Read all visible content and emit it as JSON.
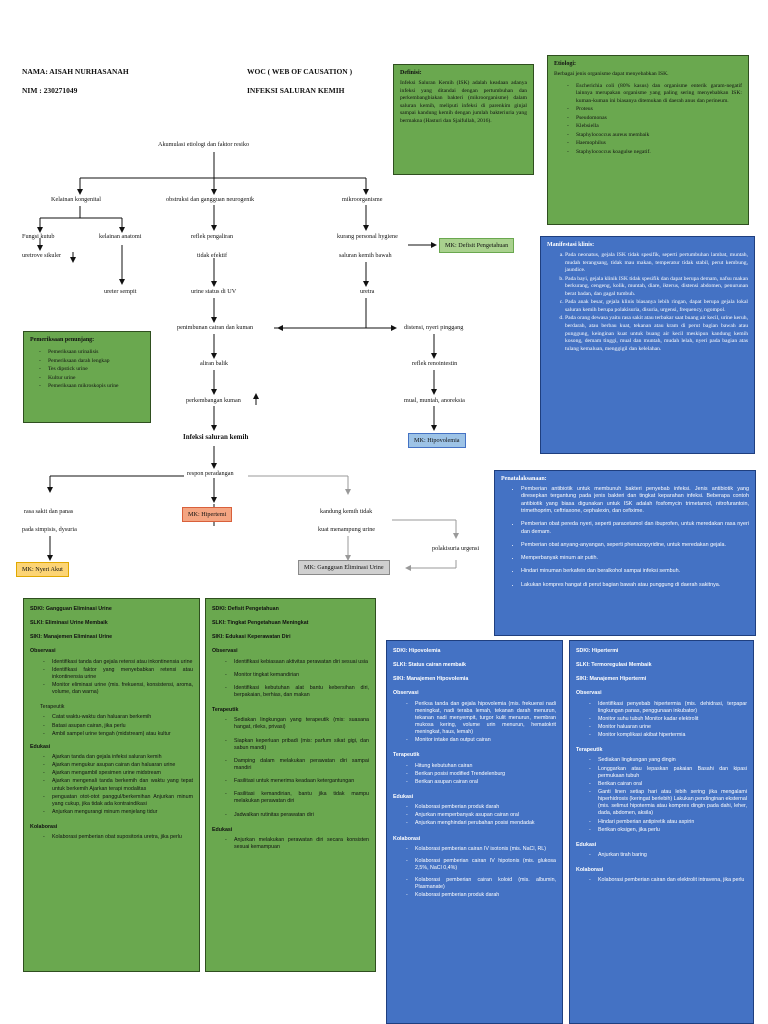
{
  "header": {
    "name": "NAMA: AISAH NURHASANAH",
    "nim": "NIM   : 230271049",
    "title": "WOC ( WEB OF CAUSATION )",
    "subtitle": "INFEKSI SALURAN KEMIH"
  },
  "definisi": {
    "title": "Definisi:",
    "text": "Infeksi Saluran Kemih (ISK) adalah keadaan adanya infeksi yang ditandai dengan pertumbuhan dan perkembangbiakan bakteri (mikroorganisme) dalam saluran kemih, meliputi infeksi di parenkim ginjal sampai kandung kemih dengan jumlah bakteriuria yang bermakna (Hasturi dan Sjaifullah, 2016)."
  },
  "etiologi": {
    "title": "Etiologi:",
    "intro": "Berbagai jenis organisme dapat menyebabkan ISK.",
    "items": [
      "Escherichia coli (80% kasus) dan organisme enterik garam-negatif lainnya merupakan organisme yang paling sering menyebabkan ISK: kuman-kuman ini biasanya ditemukan di daerah anus dan perineum.",
      "Proteus",
      "Pseudomonas",
      "Klebsiella",
      "Staphylococcus aureus membaik",
      "Haemophilus",
      "Staphylococcus koagulse negatif."
    ]
  },
  "manifestasi": {
    "title": "Manifestasi klinis:",
    "items": [
      "Pada neonatus, gejala ISK tidak spesifik, seperti pertumbuhan lambat, muntah, mudah terangsang, tidak mau makan, temperatur tidak stabil, perut kembung, jaundice.",
      "Pada bayi, gejala klinik ISK tidak spesifik dan dapat berupa demam, nafsu makan berkurang, cengeng, kolik, muntah, diare, ikterus, distensi abdomen, penurunan berat badan, dan gagal tumbuh.",
      "Pada anak besar, gejala klinis biasanya lebih ringan, dapat berupa gejala lokal saluran kemih berupa polakisuria, disuria, urgensi, frequency, ngompol.",
      "Pada orang dewasa yaitu rasa sakit atau terbakar saat buang air kecil, urine keruh, berdarah, atau berbau kuat, tekanan atau kram di perut bagian bawah atau punggung, keinginan kuat untuk buang air kecil meskipun kandung kemih kosong, demam tinggi, mual dan muntah, mudah lelah, nyeri pada bagian atas tulang kemaluan, menggigil dan kelelahan."
    ]
  },
  "pemeriksaan": {
    "title": "Pemeriksaan penunjang:",
    "items": [
      "Pemeriksaan urinalisis",
      "Pemeriksaan darah lengkap",
      "Tes dipstick urine",
      "Kultur urine",
      "Pemeriksaan mikroskopis urine"
    ]
  },
  "penatalaksanaan": {
    "title": "Penatalaksanaan:",
    "items": [
      "Pemberian antibiotik untuk membunuh bakteri penyebab infeksi. Jenis antibiotik yang diresepkan tergantung pada jenis bakteri dan tingkat keparahan infeksi. Beberapa contoh antibiotik yang biasa digunakan untuk ISK adalah fosfomycin trimetamol, nitrofurantoin, trimethoprim, ceftriaxone, cephalexin, dan cefixime.",
      "Pemberian obat pereda nyeri, seperti paracetamol dan ibuprofen, untuk meredakan rasa nyeri dan demam.",
      "Pemberian obat anyang-anyangan, seperti phenazopyridine, untuk meredakan gejala.",
      "Memperbanyak minum air putih.",
      "Hindari minuman berkafein dan beralkohol sampai infeksi sembuh.",
      "Lakukan kompres hangat di perut bagian bawah atau punggung di daerah sakitnya."
    ]
  },
  "woc": {
    "akumulasi": "Akumulasi etiologi dan faktor resiko",
    "kelainan_kongenital": "Kelainan kongenital",
    "obstruksi": "obstruksi dan gangguan neurogenik",
    "mikroorganisme": "mikroorganisme",
    "fungsi_kutub": "Fungsi kutub",
    "ureterovesikuler": "uretrove sikuler",
    "kelainan_anatomi": "kelainan anatomi",
    "ureter_sempit": "ureter sempit",
    "reflek_pengaliran": "reflek pengaliran",
    "tidak_efektif": "tidak efektif",
    "urine_statis": "urine status di UV",
    "kurang_hygiene": "kurang personal hygiene",
    "saluran_kemih_bawah": "saluran kemih bawah",
    "uretra": "uretra",
    "penimbunan": "penimbunan cairan dan kuman",
    "aliran_balik": "aliran balik",
    "perkembangan_kuman": "perkembangan kuman",
    "infeksi": "Infeksi saluran kemih",
    "distensi": "distensi, nyeri pinggang",
    "reflek_renointestin": "reflek renointestin",
    "mual": "mual, muntah, anoreksia",
    "respon": "respon peradangan",
    "rasa_sakit": "rasa sakit dan panas",
    "pada_simpisis": "pada simpisis, dysuria",
    "kandung_kemih": "kandung kemih tidak",
    "kuat_menampung": "kuat menampung urine",
    "polakisuria": "polakisuria urgensi",
    "mk_defisit": "MK: Defisit Pengetahuan",
    "mk_hipovolemia": "MK: Hipovolemia",
    "mk_hipertermi": "MK: Hipertemi",
    "mk_nyeri": "MK: Nyeri Akut",
    "mk_gangguan": "MK: Gangguan Eliminasi Urine"
  },
  "sdki_eliminasi": {
    "sdki": "SDKI: Gangguan Eliminasi Urine",
    "slki": "SLKI: Eliminasi Urine Membaik",
    "siki": "SIKI: Manajemen Eliminasi Urine",
    "observasi": "Observasi",
    "observasi_items": [
      "Identifikasi tanda dan gejala retensi atau inkontinensia urine",
      "Identifikasi faktor yang menyebabkan retensi atau inkontinensia urine",
      "Monitor eliminasi urine (mis. frekuensi, konsistensi, aroma, volume, dan warna)"
    ],
    "terapeutik": "Terapeutik",
    "terapeutik_items": [
      "Catat waktu-waktu dan haluaran berkemih",
      "Batasi asupan cairan, jika perlu",
      "Ambil sampel urine tengah (midstream) atau kultur"
    ],
    "edukasi": "Edukasi",
    "edukasi_items": [
      "Ajarkan tanda dan gejala infeksi saluran kemih",
      "Ajarkan mengukur asupan cairan dan haluaran urine",
      "Ajarkan mengambil spesimen urine midstream",
      "Ajarkan mengenali tanda berkemih dan waktu yang tepat untuk berkemih Ajarkan terapi modalitas",
      "penguatan otot-otot panggul/berkemihan Anjurkan minum yang cukup, jika tidak ada kontraindikasi",
      "Anjurkan mengurangi minum menjelang tidur"
    ],
    "kolaborasi": "Kolaborasi",
    "kolaborasi_items": [
      "Kolaborasi pemberian obat supositoria uretra, jika perlu"
    ]
  },
  "sdki_defisit": {
    "sdki": "SDKI: Defisit Pengetahuan",
    "slki": "SLKI: Tingkat Pengetahuan Meningkat",
    "siki": "SIKI: Edukasi Keperawatan Diri",
    "observasi": "Observasi",
    "observasi_items": [
      "Identifikasi kebiasaan aktivitas perawatan diri sesuai usia",
      "Monitor tingkat kemandirian",
      "Identifikasi kebutuhan alat bantu kebersihan diri, berpakaian, berhias, dan makan"
    ],
    "terapeutik": "Terapeutik",
    "terapeutik_items": [
      "Sediakan lingkungan yang terapeutik (mis: suasana hangat, rileks, privasi)",
      "Siapkan keperluan pribadi (mis: parfum sikat gigi, dan sabun mandi)",
      "Damping dalam melakukan perawatan diri sampai mandiri",
      "Fasilitasi untuk menerima keadaan ketergantungan",
      "Fasilitasi kemandirian, bantu jika tidak mampu melakukan perawatan diri",
      "Jadwalkan rutinitas perawatan diri"
    ],
    "edukasi": "Edukasi",
    "edukasi_items": [
      "Anjurkan melakukan perawatan diri secara konsisten sesuai kemampuan"
    ]
  },
  "sdki_hipovolemia": {
    "sdki": "SDKI: Hipovolemia",
    "slki": "SLKI: Status cairan membaik",
    "siki": "SIKI: Manajemen Hipovolemia",
    "observasi": "Observasi",
    "observasi_items": [
      "Periksa tanda dan gejala hipovolemia (mis. frekuensi nadi meningkat, nadi teraba lemah, tekanan darah menurun, tekanan nadi menyempit, turgor kulit menurun, membran mukosa kering, volume urin menurun, hematokrit meningkat, haus, lemah)",
      "Monitor intake dan output cairan"
    ],
    "terapeutik": "Terapeutik",
    "terapeutik_items": [
      "Hitung kebutuhan cairan",
      "Berikan posisi modified Trendelenburg",
      "Berikan asupan cairan oral"
    ],
    "edukasi": "Edukasi",
    "edukasi_items": [
      "Kolaborasi pemberian produk darah",
      "Anjurkan memperbanyak asupan cairan oral",
      "Anjurkan menghindari perubahan posisi mendadak"
    ],
    "kolaborasi": "Kolaborasi",
    "kolaborasi_items": [
      "Kolaborasi pemberian cairan IV isotonis (mis. NaCl, RL)",
      "Kolaborasi pemberian cairan IV hipotonis (mis. glukosa 2,5%, NaCl 0,4%)",
      "Kolaborasi pemberian cairan koloid (mis. albumin, Plasmanate)",
      "Kolaborasi pemberian produk darah"
    ]
  },
  "sdki_hipertermi": {
    "sdki": "SDKI: Hipertermi",
    "slki": "SLKI: Termoregulasi Membaik",
    "siki": "SIKI: Manajemen Hipertermi",
    "observasi": "Observasi",
    "observasi_items": [
      "Identifikasi penyebab hipertermia (mis. dehidrasi, terpapar lingkungan panas, penggunaan inkubator)",
      "Monitor suhu tubuh Monitor kadar elektrolit",
      "Monitor haluaran urine",
      "Monitor komplikasi akibat hipertermia"
    ],
    "terapeutik": "Terapeutik",
    "terapeutik_items": [
      "Sediakan lingkungan yang dingin",
      "Longgarkan atau lepaskan pakaian Basahi dan kipasi permukaan tubuh",
      "Berikan cairan oral",
      "Ganti linen setiap hari atau lebih sering jika mengalami hiperhidrosis (keringat berlebih) Lakukan pendinginan eksternal (mis. selimut hipotermia atau kompres dingin pada dahi, leher, dada, abdomen, aksila)",
      "Hindari pemberian antipiretik atau aspirin",
      "Berikan oksigen, jika perlu"
    ],
    "edukasi": "Edukasi",
    "edukasi_items": [
      "Anjurkan tirah baring"
    ],
    "kolaborasi": "Kolaborasi",
    "kolaborasi_items": [
      "Kolaborasi pemberian cairan dan elektrolit intravena, jika perlu"
    ]
  }
}
